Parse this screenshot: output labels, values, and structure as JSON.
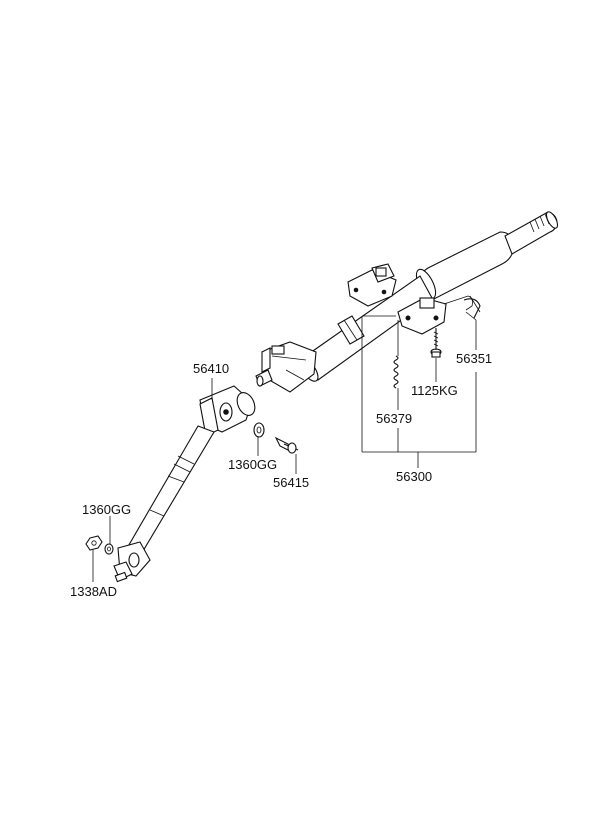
{
  "diagram": {
    "labels": {
      "p56410": "56410",
      "p1360gg_mid": "1360GG",
      "p56415": "56415",
      "p1360gg_left": "1360GG",
      "p1338ad": "1338AD",
      "p56379": "56379",
      "p1125kg": "1125KG",
      "p56351": "56351",
      "p56300": "56300"
    }
  }
}
